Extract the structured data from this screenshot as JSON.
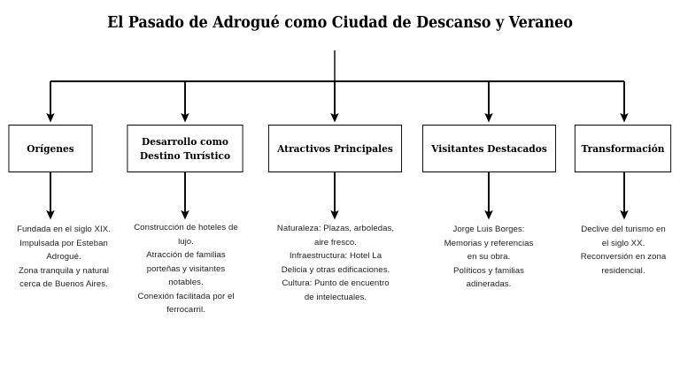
{
  "diagram": {
    "title": "El Pasado de Adrogué como Ciudad de Descanso y Veraneo",
    "type": "horizontal-tree-flowchart",
    "colors": {
      "line": "#000000",
      "box_border": "#000000",
      "box_fill": "#ffffff",
      "title_text": "#000000",
      "detail_text": "#222222",
      "background": "#ffffff"
    },
    "nodes": [
      {
        "id": "origenes",
        "label": "Orígenes",
        "detail": "Fundada en el siglo XIX.\nImpulsada por Esteban\nAdrogué.\nZona tranquila y natural\ncerca de Buenos Aires."
      },
      {
        "id": "desarrollo",
        "label": "Desarrollo como\nDestino Turístico",
        "detail": "Construcción de hoteles de\nlujo.\nAtracción de familias\nporteñas y visitantes\nnotables.\nConexión facilitada por el\nferrocarril."
      },
      {
        "id": "atractivos",
        "label": "Atractivos Principales",
        "detail": "Naturaleza: Plazas, arboledas,\naire fresco.\nInfraestructura: Hotel La\nDelicia y otras edificaciones.\nCultura: Punto de encuentro\nde intelectuales."
      },
      {
        "id": "visitantes",
        "label": "Visitantes Destacados",
        "detail": "Jorge Luis Borges:\nMemorias y referencias\nen su obra.\nPolíticos y familias\nadineradas."
      },
      {
        "id": "transformacion",
        "label": "Transformación",
        "detail": "Declive del turismo en\nel siglo XX.\nReconversión en zona\nresidencial."
      }
    ]
  }
}
